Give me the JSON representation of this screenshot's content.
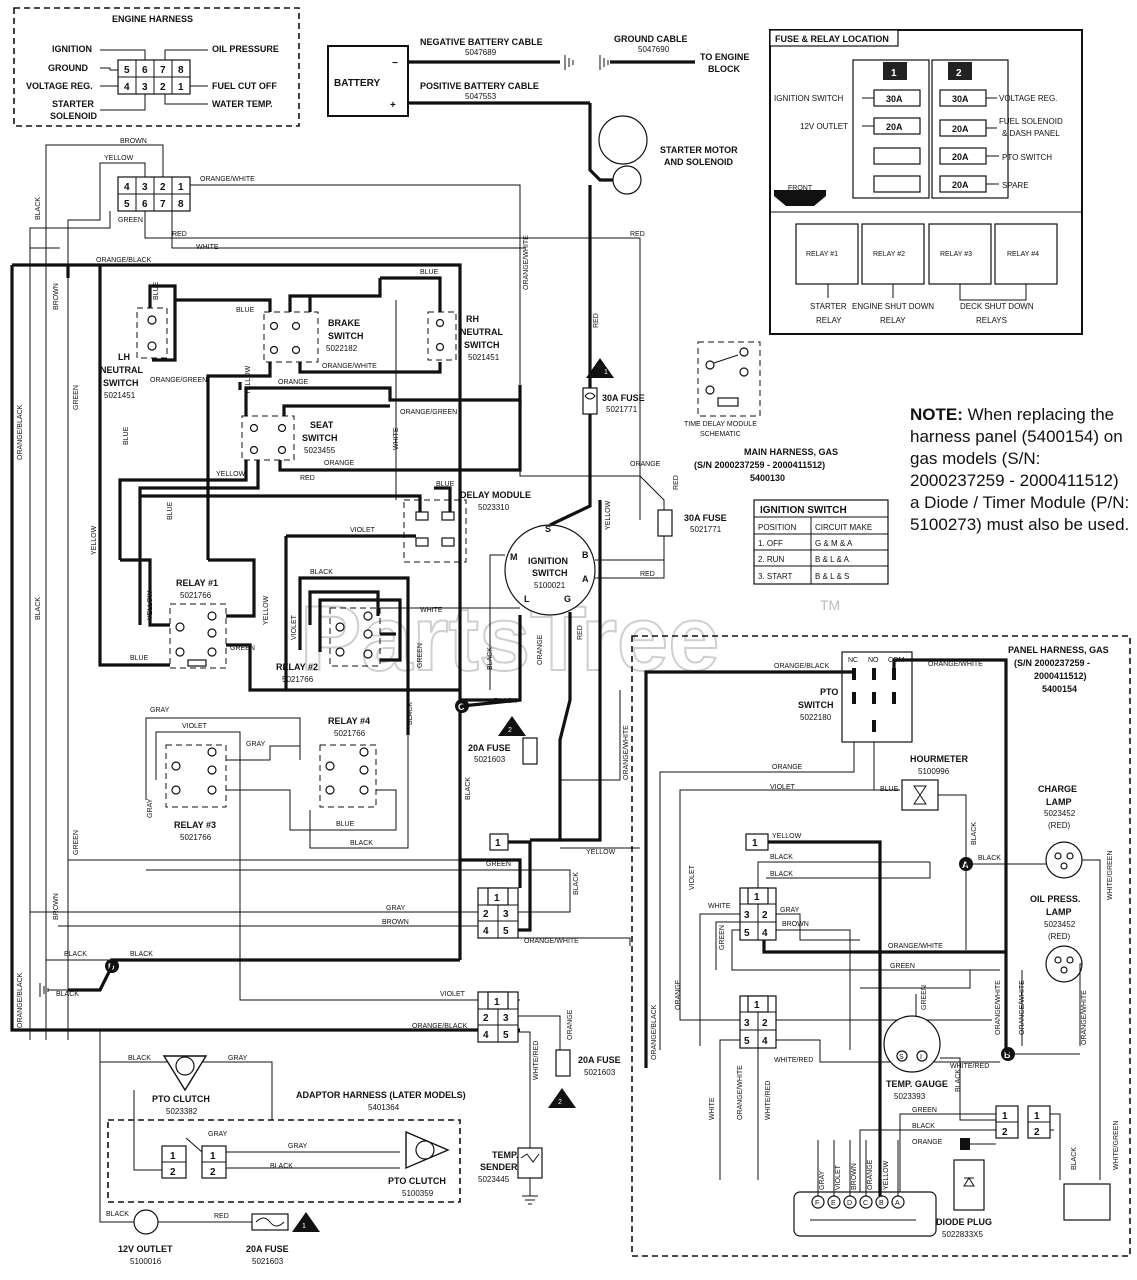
{
  "engine_harness": {
    "title": "ENGINE HARNESS",
    "labels": {
      "ignition": "IGNITION",
      "ground": "GROUND",
      "voltage_reg": "VOLTAGE REG.",
      "starter_solenoid_1": "STARTER",
      "starter_solenoid_2": "SOLENOID",
      "oil_pressure": "OIL PRESSURE",
      "fuel_cut_off": "FUEL CUT OFF",
      "water_temp": "WATER TEMP."
    },
    "pins_top": [
      "5",
      "6",
      "7",
      "8"
    ],
    "pins_bottom": [
      "4",
      "3",
      "2",
      "1"
    ]
  },
  "battery": {
    "label": "BATTERY",
    "neg": "−",
    "pos": "+",
    "neg_cable": "NEGATIVE BATTERY CABLE",
    "neg_cable_pn": "5047689",
    "pos_cable": "POSITIVE BATTERY CABLE",
    "pos_cable_pn": "5047553",
    "ground_cable": "GROUND CABLE",
    "ground_cable_pn": "5047690",
    "to_engine_1": "TO ENGINE",
    "to_engine_2": "BLOCK"
  },
  "starter": {
    "l1": "STARTER MOTOR",
    "l2": "AND SOLENOID"
  },
  "fuse_relay": {
    "title": "FUSE & RELAY LOCATION",
    "marker_1": "1",
    "marker_2": "2",
    "ign_switch": "IGNITION SWITCH",
    "outlet_12v": "12V OUTLET",
    "voltage_reg": "VOLTAGE REG.",
    "fuel_sol_1": "FUEL SOLENOID",
    "fuel_sol_2": "& DASH PANEL",
    "pto_switch": "PTO SWITCH",
    "spare": "SPARE",
    "front": "FRONT",
    "f30a": "30A",
    "f20a": "20A",
    "relays": [
      "RELAY #1",
      "RELAY #2",
      "RELAY #3",
      "RELAY #4"
    ],
    "starter_relay_1": "STARTER",
    "starter_relay_2": "RELAY",
    "eng_shut_1": "ENGINE SHUT DOWN",
    "eng_shut_2": "RELAY",
    "deck_shut_1": "DECK SHUT DOWN",
    "deck_shut_2": "RELAYS"
  },
  "note": {
    "label": "NOTE:",
    "text": "When replacing the harness panel (5400154) on gas models (S/N: 2000237259 - 2000411512) a Diode / Timer Module (P/N: 5100273) must also be used."
  },
  "timer_module": {
    "l1": "TIME DELAY MODULE",
    "l2": "SCHEMATIC"
  },
  "main_harness": {
    "l1": "MAIN HARNESS, GAS",
    "l2": "(S/N 2000237259 - 2000411512)",
    "l3": "5400130"
  },
  "ignition_table": {
    "title": "IGNITION SWITCH",
    "headers": [
      "POSITION",
      "CIRCUIT MAKE"
    ],
    "rows": [
      [
        "1. OFF",
        "G & M & A"
      ],
      [
        "2. RUN",
        "B & L & A"
      ],
      [
        "3. START",
        "B & L & S"
      ]
    ]
  },
  "components": {
    "lh_neutral": {
      "l1": "LH",
      "l2": "NEUTRAL",
      "l3": "SWITCH",
      "pn": "5021451"
    },
    "brake_switch": {
      "l1": "BRAKE",
      "l2": "SWITCH",
      "pn": "5022182"
    },
    "rh_neutral": {
      "l1": "RH",
      "l2": "NEUTRAL",
      "l3": "SWITCH",
      "pn": "5021451"
    },
    "seat_switch": {
      "l1": "SEAT",
      "l2": "SWITCH",
      "pn": "5023455"
    },
    "delay_module": {
      "l1": "DELAY MODULE",
      "pn": "5023310"
    },
    "ignition_switch": {
      "l1": "IGNITION",
      "l2": "SWITCH",
      "pn": "5100021",
      "s": "S",
      "b": "B",
      "a": "A",
      "g": "G",
      "l": "L",
      "m": "M"
    },
    "relay1": {
      "l1": "RELAY #1",
      "pn": "5021766"
    },
    "relay2": {
      "l1": "RELAY #2",
      "pn": "5021766"
    },
    "relay3": {
      "l1": "RELAY #3",
      "pn": "5021766"
    },
    "relay4": {
      "l1": "RELAY #4",
      "pn": "5021766"
    },
    "fuse30a_1": {
      "l1": "30A FUSE",
      "pn": "5021771"
    },
    "fuse30a_2": {
      "l1": "30A FUSE",
      "pn": "5021771"
    },
    "fuse20a_1": {
      "l1": "20A FUSE",
      "pn": "5021603"
    },
    "fuse20a_2": {
      "l1": "20A FUSE",
      "pn": "5021603"
    },
    "fuse20a_3": {
      "l1": "20A FUSE",
      "pn": "5021603"
    },
    "pto_clutch_1": {
      "l1": "PTO CLUTCH",
      "pn": "5023382"
    },
    "pto_clutch_2": {
      "l1": "PTO CLUTCH",
      "pn": "5100359"
    },
    "adaptor": {
      "l1": "ADAPTOR HARNESS (LATER MODELS)",
      "pn": "5401364"
    },
    "temp_sender": {
      "l1": "TEMP.",
      "l2": "SENDER",
      "pn": "5023445"
    },
    "outlet_12v": {
      "l1": "12V OUTLET",
      "pn": "5100016"
    },
    "panel_harness": {
      "l1": "PANEL HARNESS, GAS",
      "l2": "(S/N 2000237259 -",
      "l3": "2000411512)",
      "l4": "5400154"
    },
    "pto_switch": {
      "l1": "PTO",
      "l2": "SWITCH",
      "pn": "5022180",
      "nc": "NC",
      "no": "NO",
      "com": "COM"
    },
    "hourmeter": {
      "l1": "HOURMETER",
      "pn": "5100996"
    },
    "charge_lamp": {
      "l1": "CHARGE",
      "l2": "LAMP",
      "pn": "5023452",
      "color": "(RED)"
    },
    "oil_lamp": {
      "l1": "OIL PRESS.",
      "l2": "LAMP",
      "pn": "5023452",
      "color": "(RED)"
    },
    "temp_gauge": {
      "l1": "TEMP. GAUGE",
      "pn": "5023393"
    },
    "diode_plug": {
      "l1": "DIODE PLUG",
      "pn": "5022833X5"
    }
  },
  "wire_labels": {
    "brown": "BROWN",
    "yellow": "YELLOW",
    "orange_white": "ORANGE/WHITE",
    "green": "GREEN",
    "red": "RED",
    "white": "WHITE",
    "orange_black": "ORANGE/BLACK",
    "black": "BLACK",
    "blue": "BLUE",
    "orange": "ORANGE",
    "orange_green": "ORANGE/GREEN",
    "violet": "VIOLET",
    "gray": "GRAY",
    "white_red": "WHITE/RED",
    "white_green": "WHITE/GREEN"
  },
  "connectors": {
    "main_top": [
      "4",
      "3",
      "2",
      "1"
    ],
    "main_bot": [
      "5",
      "6",
      "7",
      "8"
    ],
    "c1": "1",
    "c23": [
      "2",
      "3"
    ],
    "c45": [
      "4",
      "5"
    ],
    "c1b": "1",
    "c12": [
      "1",
      "2"
    ],
    "node_c": "C",
    "node_d": "D",
    "node_a": "A",
    "node_b": "B",
    "gauge_pins": [
      "F",
      "E",
      "D",
      "C",
      "B",
      "A"
    ],
    "gauge_s": "S",
    "gauge_i": "I"
  },
  "watermark": {
    "text": "PartsTree",
    "tm": "TM"
  }
}
